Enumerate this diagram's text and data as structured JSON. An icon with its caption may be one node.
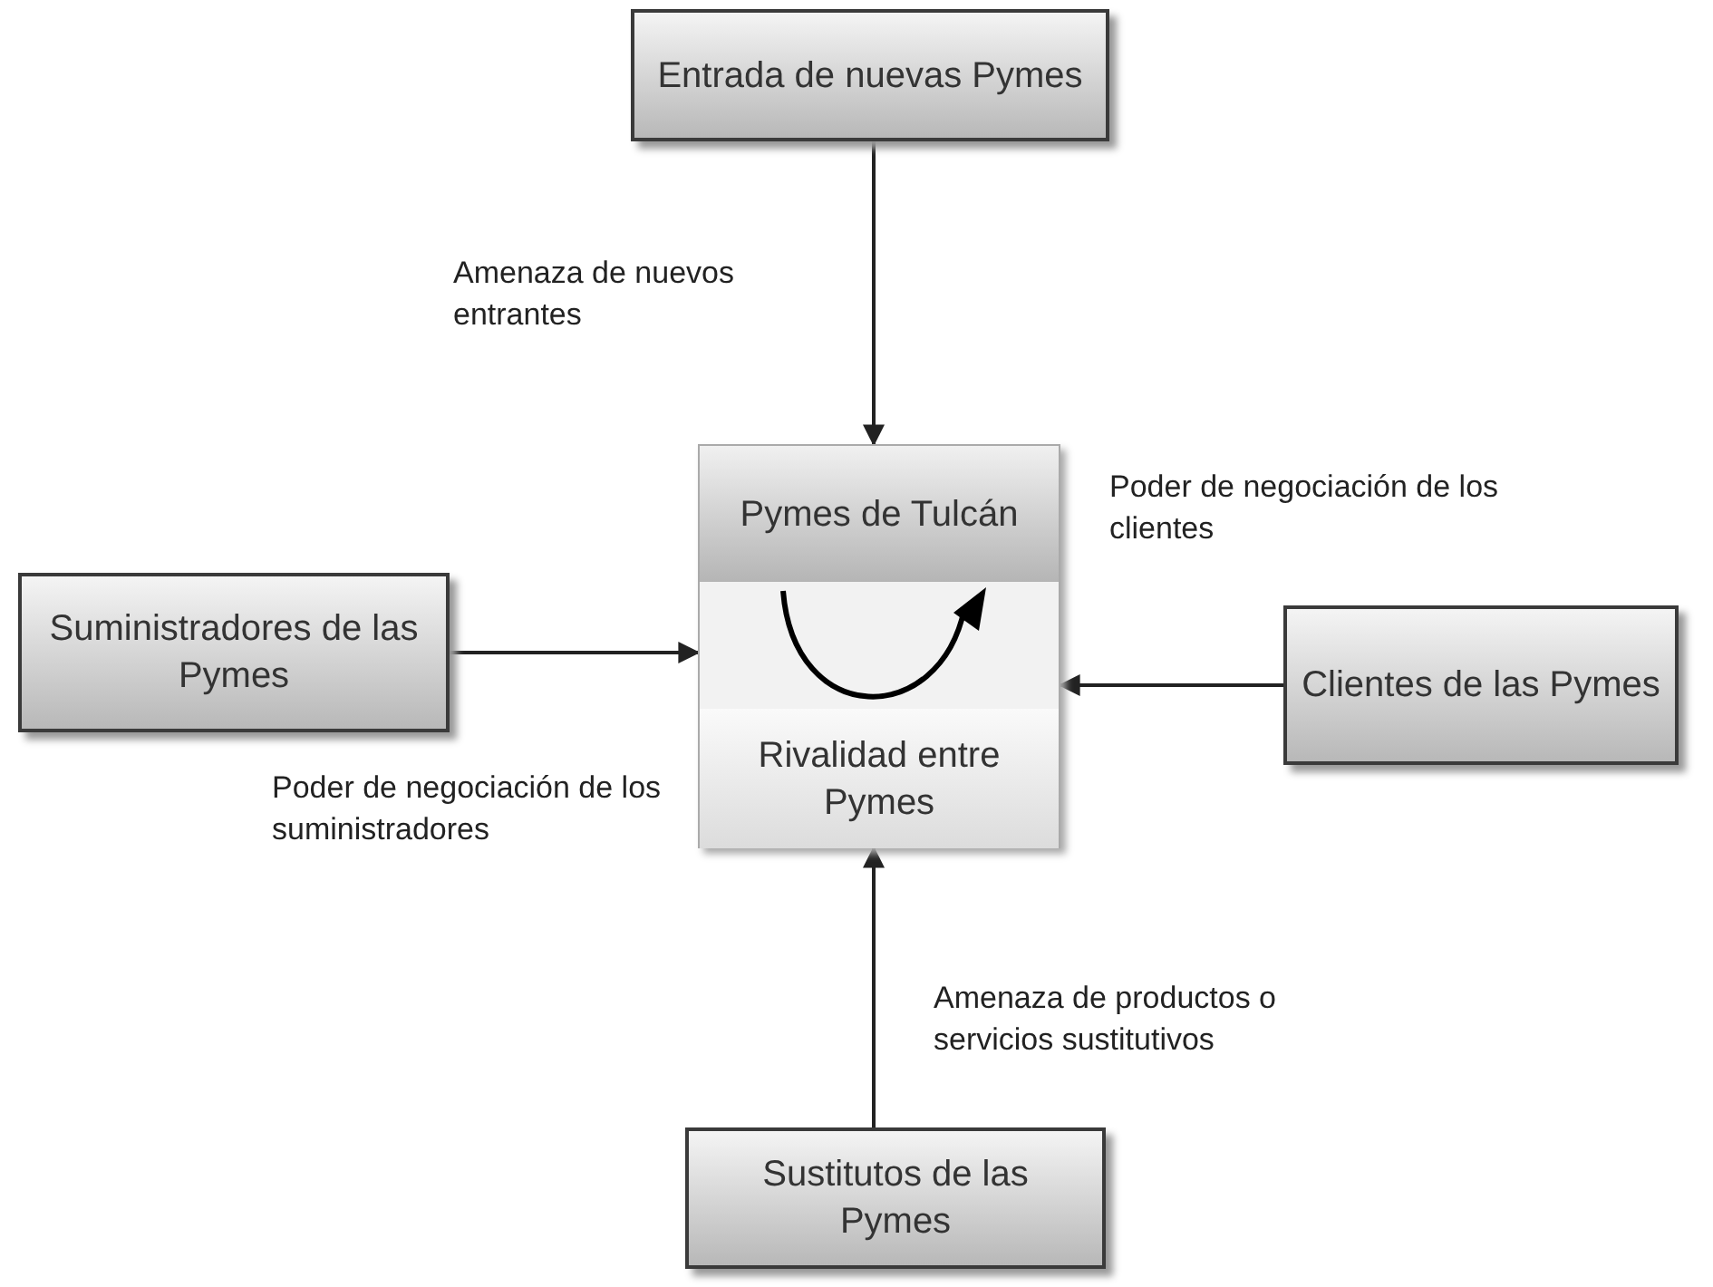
{
  "diagram": {
    "nodes": [
      {
        "text": [
          "Entrada de nuevas Pymes"
        ]
      },
      {
        "text": [
          "Pymes de Tulcán",
          "Rivalidad entre Pymes"
        ]
      },
      {
        "text": [
          "Suministradores de las Pymes"
        ]
      },
      {
        "text": [
          "Clientes de las Pymes"
        ]
      },
      {
        "text": [
          "Sustitutos de las Pymes"
        ]
      }
    ],
    "edges": [
      {
        "from": 0,
        "to": 1,
        "arrow": "to"
      },
      {
        "from": 2,
        "to": 1,
        "arrow": "to"
      },
      {
        "from": 3,
        "to": 1,
        "arrow": "to"
      },
      {
        "from": 4,
        "to": 1,
        "arrow": "to"
      }
    ],
    "labels": [
      "Amenaza de nuevos entrantes",
      "Poder de negociación de los clientes",
      "Poder de negociación de los suministradores",
      "Amenaza de productos o servicios sustitutivos"
    ]
  }
}
